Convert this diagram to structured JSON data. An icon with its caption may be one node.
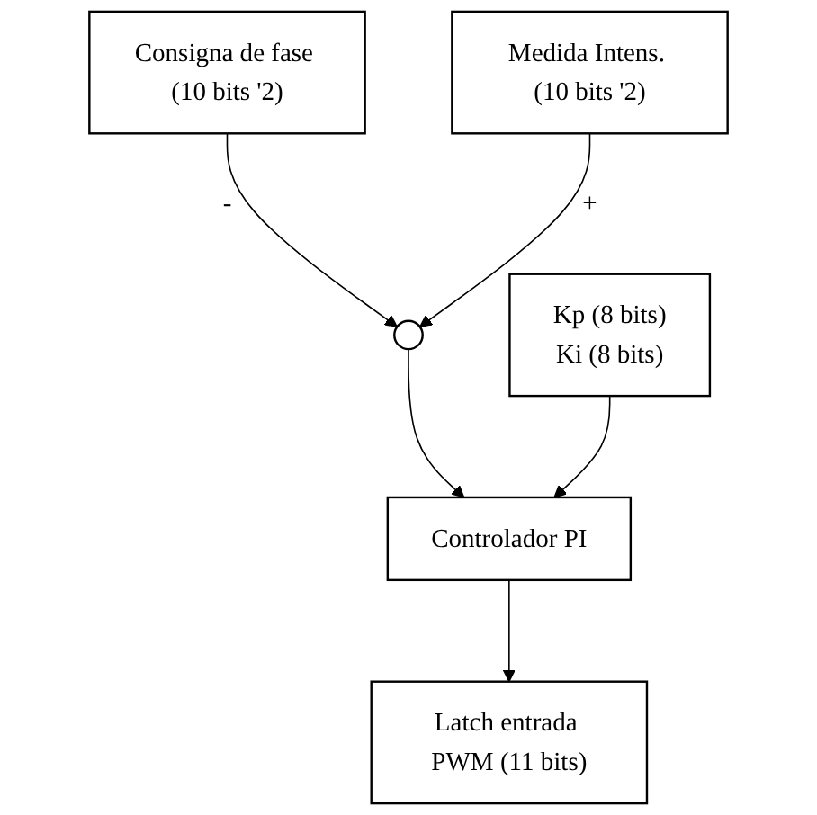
{
  "diagram": {
    "nodes": [
      {
        "text": [
          "Consigna de fase (10 bits '2)"
        ]
      },
      {
        "text": [
          "Medida Intens. (10 bits '2)"
        ]
      },
      {
        "text": [],
        "shape": "circle"
      },
      {
        "text": [
          "Kp (8 bits)",
          "Ki (8 bits)"
        ]
      },
      {
        "text": [
          "Controlador PI"
        ]
      },
      {
        "text": [
          "Latch entrada PWM (11 bits)"
        ]
      }
    ],
    "edges": [
      {
        "from": 0,
        "to": 2,
        "arrow": "to",
        "label": "-"
      },
      {
        "from": 1,
        "to": 2,
        "arrow": "to",
        "label": "+"
      },
      {
        "from": 2,
        "to": 4,
        "arrow": "to"
      },
      {
        "from": 3,
        "to": 4,
        "arrow": "to"
      },
      {
        "from": 4,
        "to": 5,
        "arrow": "to"
      }
    ]
  }
}
